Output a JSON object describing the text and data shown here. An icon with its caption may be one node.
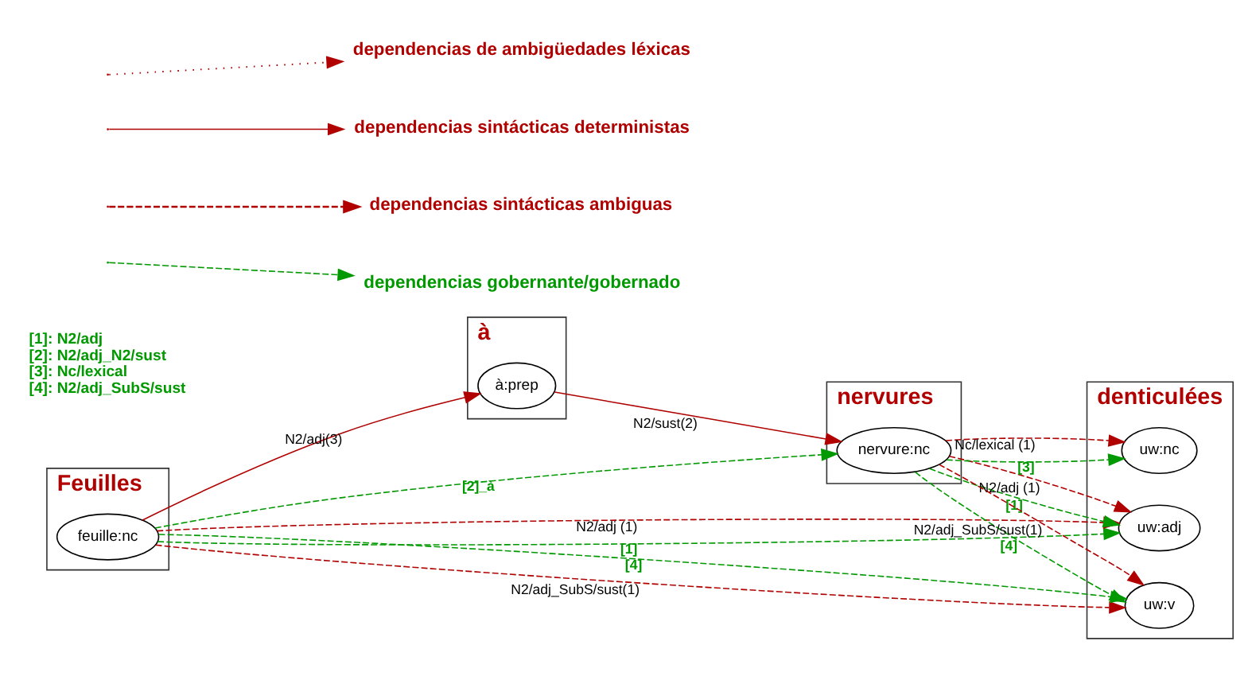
{
  "diagram": {
    "nodes": [
      {
        "text": [
          "Feuilles"
        ]
      },
      {
        "text": [
          "feuille:nc"
        ],
        "in": 0
      },
      {
        "text": [
          "à"
        ]
      },
      {
        "text": [
          "à:prep"
        ],
        "in": 2
      },
      {
        "text": [
          "nervures"
        ]
      },
      {
        "text": [
          "nervure:nc"
        ],
        "in": 4
      },
      {
        "text": [
          "denticulées"
        ]
      },
      {
        "text": [
          "uw:adj"
        ],
        "in": 6
      },
      {
        "text": [
          "uw:nc"
        ],
        "in": 6
      },
      {
        "text": [
          "uw:v"
        ],
        "in": 6
      }
    ],
    "edges": [
      {
        "from": 1,
        "to": 7,
        "arrow": "to",
        "label": "[1]",
        "style": "dashed",
        "color": "#009900"
      },
      {
        "from": 1,
        "to": 7,
        "arrow": "to",
        "label": "N2/adj (1)",
        "style": "dashed"
      },
      {
        "from": 1,
        "to": 5,
        "arrow": "to",
        "label": "[2]_à",
        "style": "dashed",
        "color": "#009900"
      },
      {
        "from": 1,
        "to": 3,
        "arrow": "to",
        "label": "N2/adj(3)"
      },
      {
        "from": 3,
        "to": 5,
        "arrow": "to",
        "label": "N2/sust(2)"
      },
      {
        "from": 5,
        "to": 7,
        "arrow": "to",
        "label": "[1]",
        "style": "dashed",
        "color": "#009900"
      },
      {
        "from": 5,
        "to": 7,
        "arrow": "to",
        "label": "N2/adj (1)",
        "style": "dashed"
      },
      {
        "from": 5,
        "to": 8,
        "arrow": "to",
        "label": "[3]",
        "style": "dashed",
        "color": "#009900"
      },
      {
        "from": 5,
        "to": 8,
        "arrow": "to",
        "label": "Nc/lexical (1)",
        "style": "dashed"
      },
      {
        "from": 5,
        "to": 9,
        "arrow": "to",
        "label": "[4]",
        "style": "dashed",
        "color": "#009900"
      },
      {
        "from": 5,
        "to": 9,
        "arrow": "to",
        "label": "N2/adj_SubS/sust(1)",
        "style": "dashed"
      },
      {
        "from": 1,
        "to": 9,
        "arrow": "to",
        "label": "N2/adj_SubS/sust(1)",
        "style": "dashed"
      },
      {
        "from": 1,
        "to": 9,
        "arrow": "to",
        "label": "[4]",
        "style": "dashed",
        "color": "#009900"
      }
    ],
    "labels": [
      "[1]: N2/adj",
      "[2]: N2/adj_N2/sust",
      "[3]: Nc/lexical",
      "[4]: N2/adj_SubS/sust"
    ],
    "legend": [
      {
        "text": "dependencias de ambigüedades léxicas"
      },
      {
        "text": "dependencias sintácticas deterministas"
      },
      {
        "text": "dependencias sintácticas ambiguas"
      },
      {
        "text": "dependencias gobernante/gobernado"
      }
    ]
  }
}
